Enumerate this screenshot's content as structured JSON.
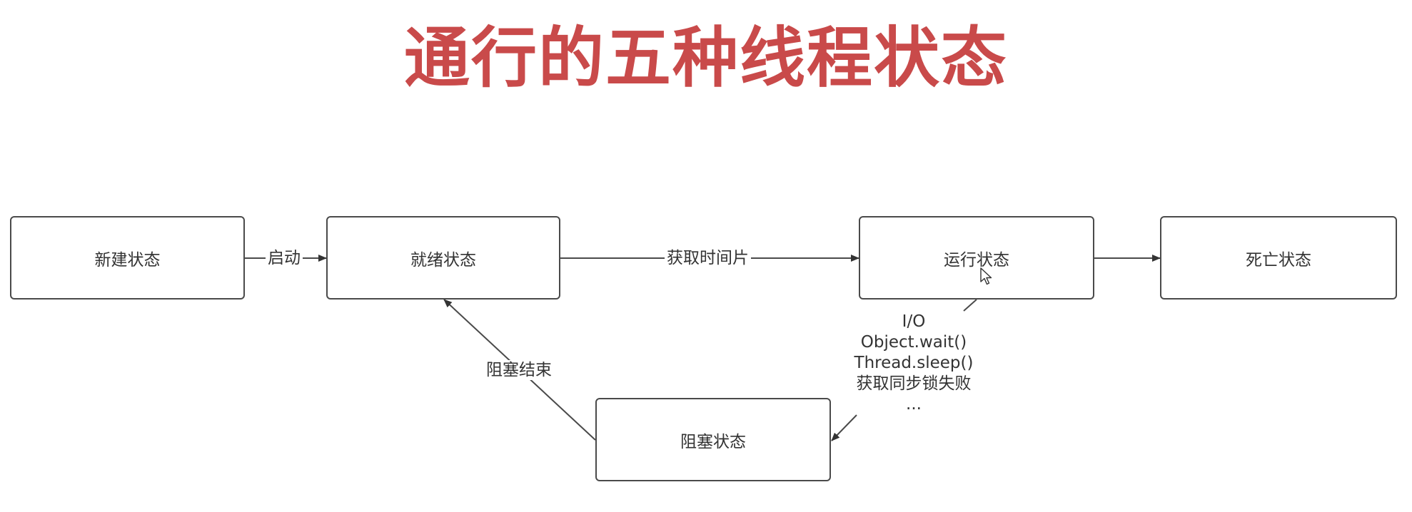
{
  "title": "通行的五种线程状态",
  "colors": {
    "title": "#c94a4a",
    "stroke": "#4a4a4a",
    "text": "#333333"
  },
  "states": {
    "new": "新建状态",
    "ready": "就绪状态",
    "running": "运行状态",
    "dead": "死亡状态",
    "blocked": "阻塞状态"
  },
  "transitions": {
    "new_to_ready": "启动",
    "ready_to_running": "获取时间片",
    "running_to_dead": "",
    "running_to_blocked": [
      "I/O",
      "Object.wait()",
      "Thread.sleep()",
      "获取同步锁失败",
      "..."
    ],
    "blocked_to_ready": "阻塞结束"
  },
  "icons": {
    "cursor": "mouse-pointer-icon"
  }
}
